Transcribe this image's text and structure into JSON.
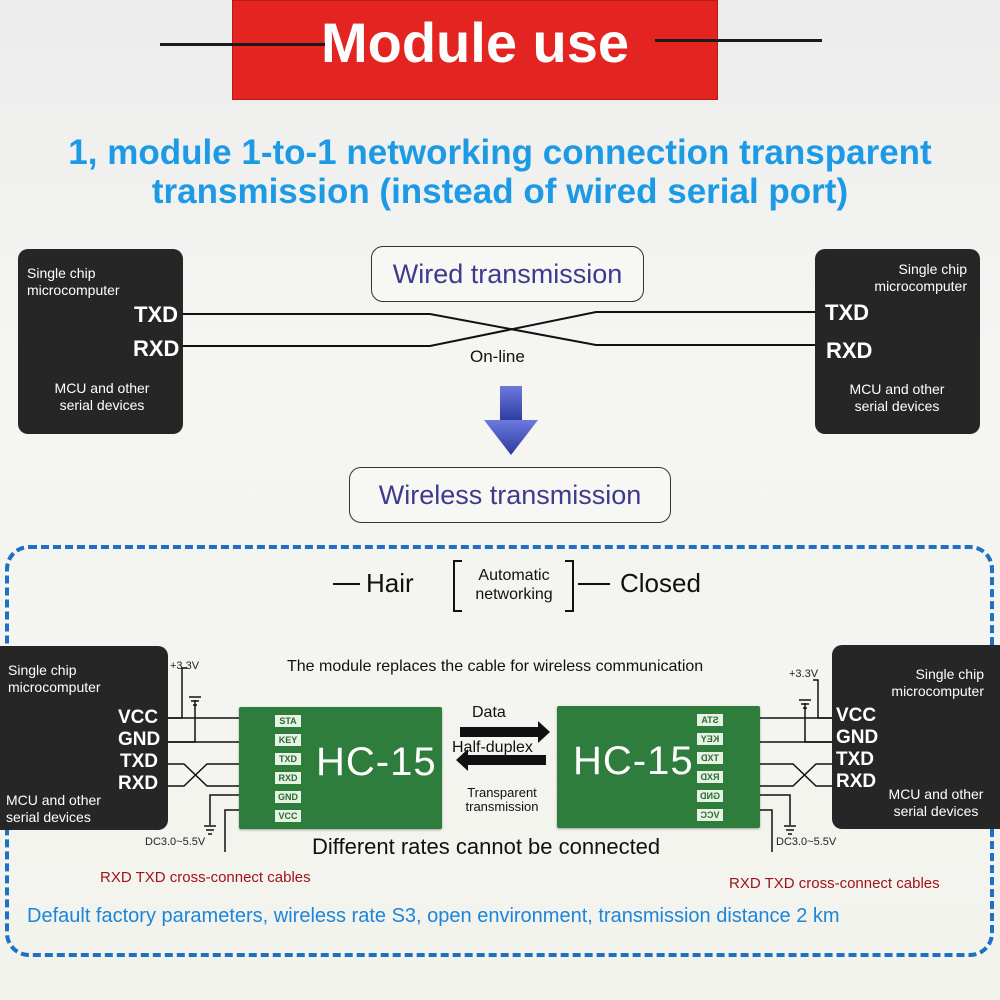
{
  "banner": {
    "title": "Module use"
  },
  "heading": {
    "line1": "1, module 1-to-1 networking connection transparent",
    "line2": "transmission (instead of wired serial port)"
  },
  "wired": {
    "label": "Wired transmission",
    "online_label": "On-line",
    "left_device": {
      "title_line1": "Single chip",
      "title_line2": "microcomputer",
      "pins": [
        "TXD",
        "RXD"
      ],
      "footer_line1": "MCU and other",
      "footer_line2": "serial devices"
    },
    "right_device": {
      "title_line1": "Single chip",
      "title_line2": "microcomputer",
      "pins": [
        "TXD",
        "RXD"
      ],
      "footer_line1": "MCU and other",
      "footer_line2": "serial devices"
    }
  },
  "wireless": {
    "label": "Wireless transmission",
    "hair": "Hair",
    "auto_line1": "Automatic",
    "auto_line2": "networking",
    "closed": "Closed",
    "replace_text": "The module replaces the cable for wireless communication",
    "data_label": "Data",
    "duplex_label": "Half-duplex",
    "transparent_line1": "Transparent",
    "transparent_line2": "transmission",
    "diff_rates": "Different rates cannot be connected",
    "left_device": {
      "title_line1": "Single chip",
      "title_line2": "microcomputer",
      "pins": [
        "VCC",
        "GND",
        "TXD",
        "RXD"
      ],
      "footer_line1": "MCU and other",
      "footer_line2": "serial devices"
    },
    "right_device": {
      "title_line1": "Single chip",
      "title_line2": "microcomputer",
      "pins": [
        "VCC",
        "GND",
        "TXD",
        "RXD"
      ],
      "footer_line1": "MCU and other",
      "footer_line2": "serial devices"
    },
    "module_name": "HC-15",
    "module_pins": [
      "STA",
      "KEY",
      "TXD",
      "RXD",
      "GND",
      "VCC"
    ],
    "voltage_top": "+3.3V",
    "voltage_range": "DC3.0~5.5V",
    "cross_note": "RXD TXD cross-connect cables",
    "footer": "Default factory parameters, wireless rate S3, open environment, transmission distance 2 km"
  },
  "colors": {
    "banner": "#e32421",
    "heading": "#1d9ae6",
    "pill_text": "#3d3a8f",
    "dashed_border": "#1d70c4",
    "module_pcb": "#2e7d3c",
    "arrow": "#3a4bab",
    "note_red": "#a0131b"
  },
  "icons": [
    "down-arrow-icon",
    "left-arrow-icon",
    "right-arrow-icon",
    "ground-icon"
  ]
}
